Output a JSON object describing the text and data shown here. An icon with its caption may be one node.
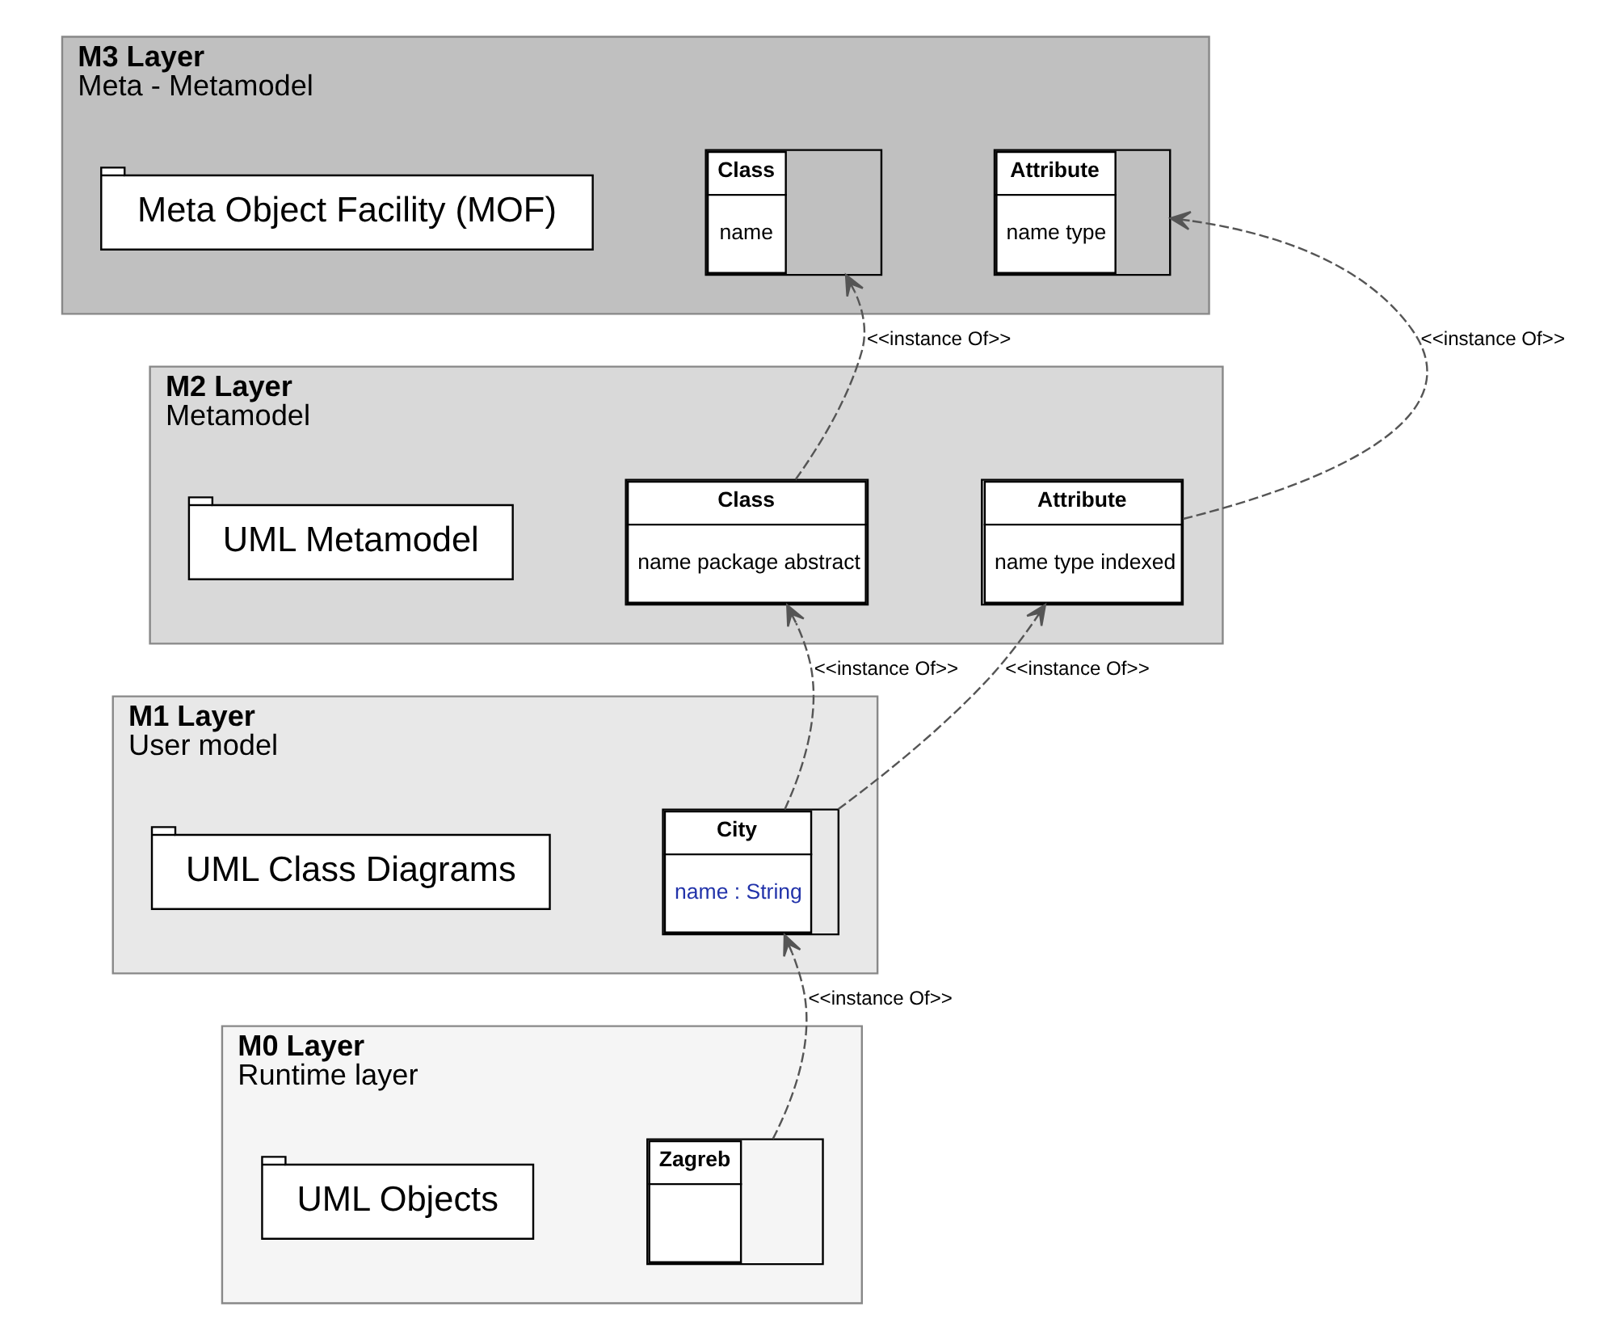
{
  "diagram": {
    "nodes": [
      {
        "text": [
          "M3 Layer",
          "Meta - Metamodel"
        ]
      },
      {
        "text": [
          "Meta Object Facility (MOF)"
        ],
        "in": 0
      },
      {
        "text": [
          "Class",
          "name"
        ],
        "in": 0
      },
      {
        "text": [
          "Attribute",
          "name type"
        ],
        "in": 0
      },
      {
        "text": [
          "M2 Layer",
          "Metamodel"
        ]
      },
      {
        "text": [
          "UML Metamodel"
        ],
        "in": 4
      },
      {
        "text": [
          "Class",
          "name package abstract"
        ],
        "in": 4
      },
      {
        "text": [
          "Attribute",
          "name type indexed"
        ],
        "in": 4
      },
      {
        "text": [
          "M1 Layer",
          "User model"
        ]
      },
      {
        "text": [
          "UML Class Diagrams"
        ],
        "in": 8
      },
      {
        "text": [
          "City",
          "name : String"
        ],
        "in": 8
      },
      {
        "text": [
          "M0 Layer",
          "Runtime layer"
        ]
      },
      {
        "text": [
          "UML Objects"
        ],
        "in": 11
      },
      {
        "text": [
          "Zagreb"
        ],
        "in": 11
      }
    ],
    "edges": [
      {
        "from": 6,
        "to": 2,
        "arrow": "to",
        "label": "<<instance Of>>",
        "style": "dashed"
      },
      {
        "from": 7,
        "to": 3,
        "arrow": "to",
        "label": "<<instance Of>>",
        "style": "dashed"
      },
      {
        "from": 10,
        "to": 6,
        "arrow": "to",
        "label": "<<instance Of>>",
        "style": "dashed"
      },
      {
        "from": 10,
        "to": 7,
        "arrow": "to",
        "label": "<<instance Of>>",
        "style": "dashed"
      },
      {
        "from": 13,
        "to": 10,
        "arrow": "to",
        "label": "<<instance Of>>",
        "style": "dashed"
      }
    ]
  }
}
